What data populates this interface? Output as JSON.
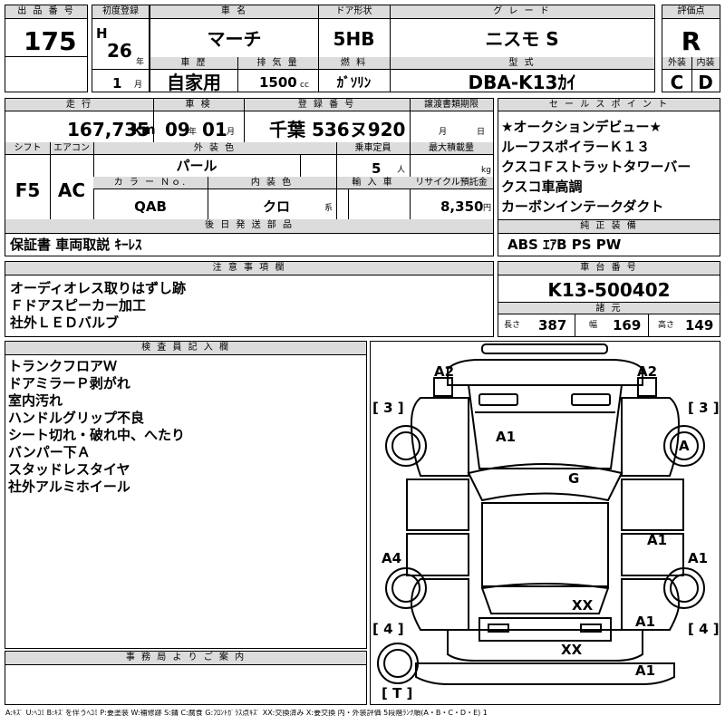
{
  "labels": {
    "lot_no": "出 品 番 号",
    "first_reg": "初度登録",
    "car_name": "車 名",
    "door": "ドア形状",
    "grade": "グ レ ー ド",
    "score": "評価点",
    "history": "車 歴",
    "displacement": "排 気 量",
    "fuel": "燃 料",
    "model_code": "型 式",
    "exterior": "外装",
    "interior": "内装",
    "mileage": "走 行",
    "inspection": "車 検",
    "reg_no": "登 録 番 号",
    "transfer_doc": "譲渡書類期限",
    "sales_points": "セ ー ル ス ポ イ ン ト",
    "shift": "シフト",
    "aircon": "エアコン",
    "ext_color": "外 装 色",
    "capacity": "乗車定員",
    "max_load": "最大積載量",
    "color_no": "カ ラ ー Ｎｏ.",
    "int_color": "内 装 色",
    "import": "輸 入 車",
    "recycle": "リサイクル預託金",
    "later_parts": "後 日 発 送 部 品",
    "genuine": "純 正 装 備",
    "notes": "注 意 事 項 欄",
    "chassis": "車 台 番 号",
    "specs": "諸 元",
    "inspector": "検 査 員 記 入 欄",
    "office": "事 務 局 よ り ご 案 内"
  },
  "lot_no": "175",
  "era": "H",
  "year": "26",
  "year_unit": "年",
  "month": "1",
  "month_unit": "月",
  "car_name": "マーチ",
  "door": "5HB",
  "grade": "ニスモ S",
  "score": "R",
  "history": "自家用",
  "displacement": "1500",
  "displacement_unit": "cc",
  "fuel": "ｶﾞｿﾘﾝ",
  "model_code": "DBA-K13ｶｲ",
  "exterior_grade": "C",
  "interior_grade": "D",
  "mileage": "167,735",
  "mileage_unit": "km",
  "insp_year": "09",
  "insp_year_unit": "年",
  "insp_month": "01",
  "insp_month_unit": "月",
  "reg_no": "千葉 536ヌ920",
  "transfer_month_unit": "月",
  "transfer_day_unit": "日",
  "sales_points": [
    "★オークションデビュー★",
    "ルーフスポイラーＫ１３",
    "クスコＦストラットタワーバー",
    "クスコ車高調",
    "カーボンインテークダクト"
  ],
  "shift": "F5",
  "aircon": "AC",
  "ext_color": "パール",
  "capacity": "5",
  "capacity_unit": "人",
  "max_load_unit": "kg",
  "color_no": "QAB",
  "int_color": "クロ",
  "int_color_unit": "系",
  "recycle": "8,350",
  "recycle_unit": "円",
  "later_parts": "保証書 車両取説 ｷｰﾚｽ",
  "genuine": "ABS ｴｱB PS PW",
  "notes": [
    "オーディオレス取りはずし跡",
    "Ｆドアスピーカー加工",
    "社外ＬＥＤバルブ"
  ],
  "chassis_no": "K13-500402",
  "length_label": "長さ",
  "length": "387",
  "width_label": "幅",
  "width": "169",
  "height_label": "高さ",
  "height": "149",
  "inspector_notes": [
    "トランクフロアＷ",
    "ドアミラーＰ剥がれ",
    "室内汚れ",
    "ハンドルグリップ不良",
    "シート切れ・破れ中、へたり",
    "バンパー下Ａ",
    "スタッドレスタイヤ",
    "社外アルミホイール"
  ],
  "diagram": {
    "tire_fl": "[ 3 ]",
    "tire_fr": "[ 3 ]",
    "tire_rl": "[ 4 ]",
    "tire_rr": "[ 4 ]",
    "tire_spare": "[ T ]",
    "marks": {
      "mirror_l": "A2",
      "mirror_r": "A2",
      "hood": "A1",
      "front_wheel_r": "A",
      "roof": "G",
      "rear_door_r": "A1",
      "rear_fender_r": "A1",
      "rear_fender_l": "A4",
      "trunk": "XX",
      "rear_corner_r": "A1",
      "rear_bumper": "XX",
      "rear_bumper_low": "A1"
    }
  },
  "legend": "A:ｷｽﾞ U:ﾍｺﾐ B:ｷｽﾞを伴うﾍｺﾐ P:要塗装 W:補修跡 S:錆 C:腐食 G:ﾌﾛﾝﾄｶﾞﾗｽ点ｷｽﾞ XX:交換済み X:要交換 内・外装評価 5段階ﾗﾝｸ順(A・B・C・D・E) 1"
}
